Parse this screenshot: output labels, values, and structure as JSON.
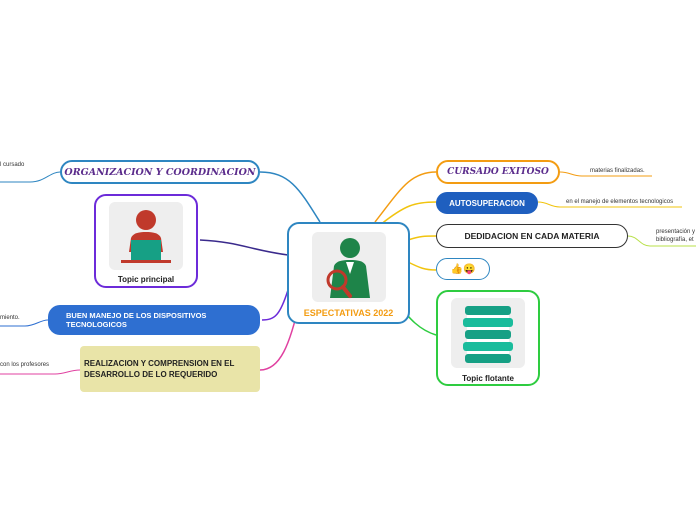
{
  "central": {
    "title": "ESPECTATIVAS 2022"
  },
  "left": {
    "organizacion": {
      "label": "ORGANIZACION Y COORDINACION",
      "leaf": "l cursado"
    },
    "topic_principal": {
      "caption": "Topic principal"
    },
    "buen_manejo": {
      "label": "BUEN  MANEJO DE LOS DISPOSITIVOS TECNOLOGICOS",
      "leaf": "miento."
    },
    "realizacion": {
      "label": "REALIZACION Y COMPRENSION EN EL DESARROLLO DE LO REQUERIDO",
      "leaf": "con los profesores"
    }
  },
  "right": {
    "cursado": {
      "label": "CURSADO EXITOSO",
      "leaf": "materias finalizadas."
    },
    "autosuperacion": {
      "label": "AUTOSUPERACION",
      "leaf": "en el manejo de elementos tecnologicos"
    },
    "dedicacion": {
      "label": "DEDIDACION EN CADA MATERIA",
      "leaf_line1": "presentación y",
      "leaf_line2": "bibliografía, et"
    },
    "emoji": {
      "label": "👍😛"
    },
    "topic_flotante": {
      "caption": "Topic flotante"
    }
  },
  "colors": {
    "central_border": "#2e86c1",
    "central_title": "#f39c12",
    "organizacion_border": "#2e86c1",
    "topic_principal_border": "#6c2bd9",
    "buen_manejo_fill": "#2e6fd1",
    "realizacion_fill": "#e9e4a8",
    "cursado_border": "#f39c12",
    "autosuperacion_fill": "#1f5fbf",
    "dedicacion_border": "#333333",
    "emoji_border": "#2e86c1",
    "topic_flotante_border": "#2ecc40"
  }
}
